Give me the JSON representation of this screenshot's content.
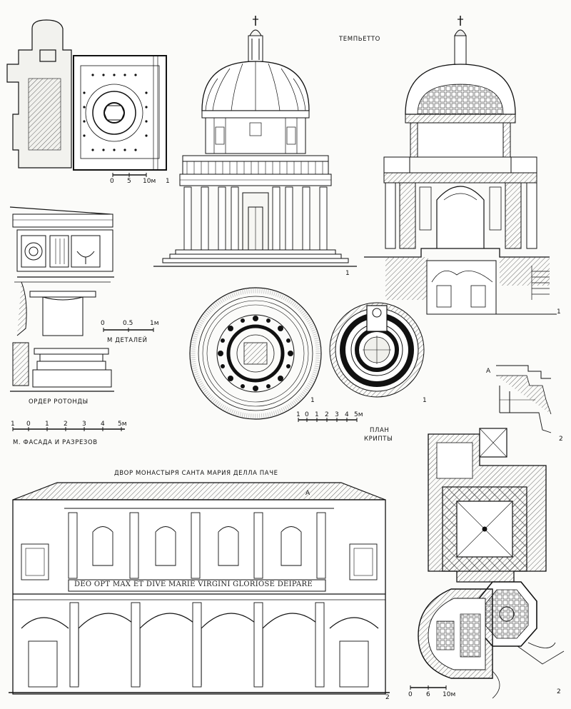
{
  "titles": {
    "tempietto": "ТЕМПЬЕТТО",
    "detail_scale": "М ДЕТАЛЕЙ",
    "order": "ОРДЕР РОТОНДЫ",
    "facade_scale": "М. ФАСАДА И РАЗРЕЗОВ",
    "crypt_plan_1": "ПЛАН",
    "crypt_plan_2": "КРИПТЫ",
    "courtyard": "ДВОР МОНАСТЫРЯ САНТА МАРИЯ ДЕЛЛА ПАЧЕ"
  },
  "scales": {
    "plan_top": [
      "0",
      "5",
      "10м"
    ],
    "detail": [
      "0",
      "0.5",
      "1м"
    ],
    "facade": [
      "1",
      "0",
      "1",
      "2",
      "3",
      "4",
      "5м"
    ],
    "small": [
      "1",
      "0",
      "1",
      "2",
      "3",
      "4",
      "5м"
    ],
    "plan_bottom": [
      "0",
      "6",
      "10м"
    ]
  },
  "inscription": "DEO OPT MAX ET DIVE MARIE VIRGINI GLORIOSE DEIPARE",
  "markers": {
    "n1_a": "1",
    "n1_b": "1",
    "n1_c": "1",
    "n1_d": "1",
    "n1_e": "1",
    "n2_a": "2",
    "n2_b": "2",
    "n2_c": "2",
    "a_section": "А",
    "a_courtyard": "А"
  }
}
